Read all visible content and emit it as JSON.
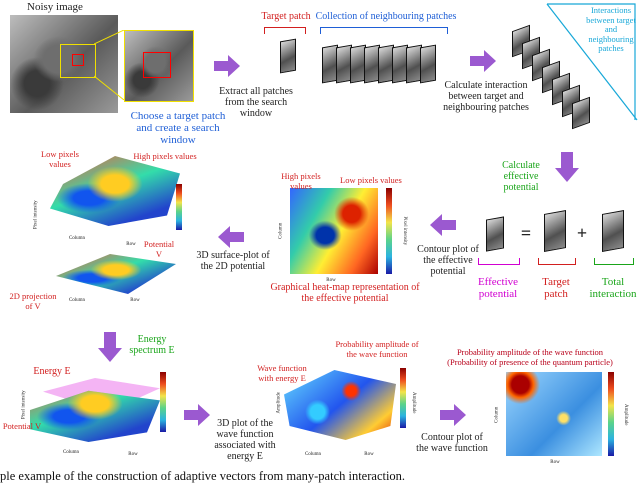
{
  "labels": {
    "noisy_image": "Noisy image",
    "target_patch": "Target patch",
    "collection": "Collection of neighbouring patches",
    "interactions": "Interactions between target and neighbouring patches",
    "choose_target": "Choose a target patch and create a search window",
    "extract_patches": "Extract all patches from the search window",
    "calc_interaction": "Calculate interaction between target and neighbouring patches",
    "calc_effective": "Calculate effective potential",
    "effective_potential": "Effective potential",
    "target_patch_bottom": "Target patch",
    "total_interaction": "Total interaction",
    "equals": "=",
    "plus": "+",
    "contour_effective": "Contour plot of the effective potential",
    "heatmap_caption": "Graphical heat-map representation of the effective potential",
    "surface_caption": "3D surface-plot of the 2D potential",
    "low_pixels_values": "Low pixels values",
    "high_pixels_values": "High pixels values",
    "high_pixels_values_2": "High pixels values",
    "low_pixels_values_2": "Low pixels values",
    "potential_v": "Potential V",
    "projection_v": "2D projection of V",
    "energy_spectrum": "Energy spectrum E",
    "energy_e": "Energy E",
    "potential_v_2": "Potential V",
    "wave_function_label": "Wave function with energy E",
    "prob_amp_top": "Probability amplitude of the wave function",
    "wave_3d_caption": "3D plot of the wave function associated with energy E",
    "contour_wave": "Contour plot of the wave function",
    "prob_amp_right": "Probability amplitude of the wave function",
    "prob_presence": "(Probability of presence of the quantum particle)",
    "caption": "ple example of the construction of adaptive vectors from many-patch interaction."
  },
  "axes": {
    "pixel_intensity": "Pixel intensity",
    "column": "Column",
    "row": "Row",
    "amplitude": "Amplitude"
  },
  "colors": {
    "arrow": "#9b59d0",
    "blue": "#1f5fd6",
    "red": "#d21f1f",
    "magenta": "#d100d1",
    "green": "#1aa51a",
    "cyan": "#18a8d8"
  }
}
